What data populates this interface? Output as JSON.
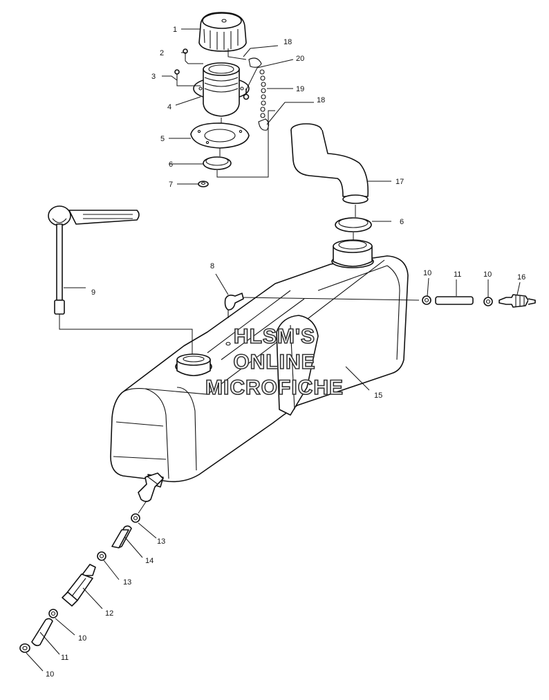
{
  "diagram": {
    "callouts": {
      "c1": "1",
      "c2": "2",
      "c3": "3",
      "c4": "4",
      "c5": "5",
      "c6a": "6",
      "c6b": "6",
      "c7": "7",
      "c8": "8",
      "c9": "9",
      "c10a": "10",
      "c10b": "10",
      "c10c": "10",
      "c10d": "10",
      "c11a": "11",
      "c11b": "11",
      "c12": "12",
      "c13a": "13",
      "c13b": "13",
      "c14": "14",
      "c15": "15",
      "c16": "16",
      "c17": "17",
      "c18a": "18",
      "c18b": "18",
      "c19": "19",
      "c20": "20"
    }
  },
  "watermark": {
    "line1": "HLSM'S",
    "line2": "ONLINE",
    "line3": "MICROFICHE"
  }
}
